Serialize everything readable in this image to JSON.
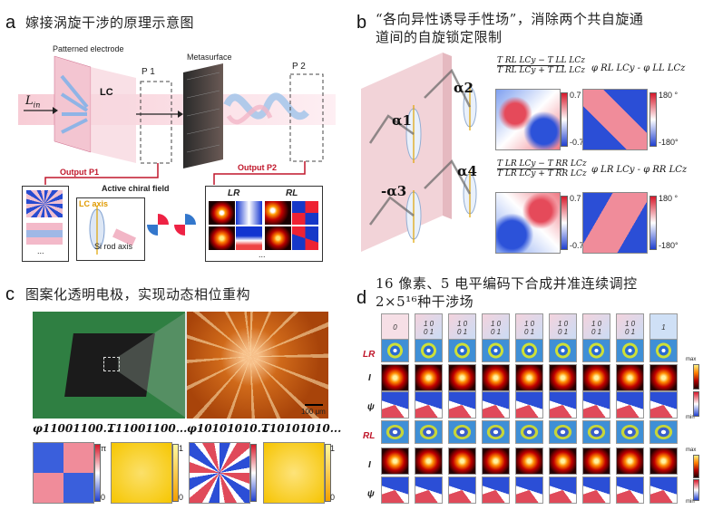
{
  "panels": {
    "a": {
      "letter": "a",
      "title": "嫁接涡旋干涉的原理示意图",
      "patterned_electrode": "Patterned electrode",
      "lc": "LC",
      "lin": "L",
      "lin_sub": "in",
      "p1": "P 1",
      "p2": "P 2",
      "metasurface": "Metasurface",
      "output_p1": "Output P1",
      "output_p2": "Output P2",
      "active_chiral": "Active chiral field",
      "lc_axis": "LC axis",
      "si_rod": "Si rod axis",
      "lr": "LR",
      "rl": "RL",
      "ellipsis": "..."
    },
    "b": {
      "letter": "b",
      "title_line1": "“各向异性诱导手性场”，消除两个共自旋通",
      "title_line2": "道间的自旋锁定限制",
      "alpha1": "α1",
      "alpha2": "α2",
      "alpha3": "-α3",
      "alpha4": "α4",
      "frac1_num": "T RL LCy − T LL LCz",
      "frac1_den": "T RL LCy + T LL LCz",
      "frac2_num": "T LR LCy − T RR LCz",
      "frac2_den": "T LR LCy + T RR LCz",
      "phase1": "φ RL LCy - φ LL LCz",
      "phase2": "φ LR LCy - φ RR LCz",
      "cb_top": "0.7",
      "cb_bot": "-0.7",
      "cb_phase_top": "180 °",
      "cb_phase_bot": "-180°"
    },
    "c": {
      "letter": "c",
      "title": "图案化透明电极，实现动态相位重构",
      "scale": "100 μm",
      "label1": "φ11001100...",
      "label2": "T11001100...",
      "label3": "φ10101010...",
      "label4": "T10101010...",
      "cb_pi": "π",
      "cb_0": "0",
      "cb_1": "1",
      "cb_0b": "0"
    },
    "d": {
      "letter": "d",
      "title_line1": "16 像素、5 电平编码下合成并准连续调控",
      "title_line2": "2×5¹⁶种干涉场",
      "lr": "LR",
      "rl": "RL",
      "I": "I",
      "psi": "ψ",
      "max": "max",
      "min": "min",
      "codes": [
        "0",
        "1 0\n0 1",
        "1 0\n0 1",
        "1 0\n0 1",
        "1 0\n0 1",
        "1 0\n0 1",
        "1 0\n0 1",
        "1 0\n0 1",
        "1"
      ]
    }
  },
  "colors": {
    "red_label": "#c0172b",
    "blue": "#1f3fbf",
    "light_blue": "#a9c6ec",
    "pink": "#e9b7c6"
  }
}
